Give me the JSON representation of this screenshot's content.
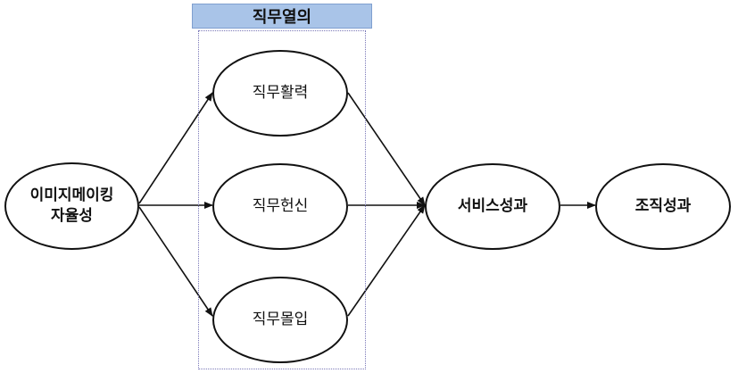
{
  "group": {
    "title": "직무열의"
  },
  "nodes": {
    "autonomy_line1": "이미지메이킹",
    "autonomy_line2": "자율성",
    "job_vigor": "직무활력",
    "job_dedication": "직무헌신",
    "job_absorption": "직무몰입",
    "service_performance": "서비스성과",
    "org_performance": "조직성과"
  },
  "colors": {
    "group_title_fill": "#a9c4e8",
    "group_border": "#7a78b8",
    "stroke": "#111111"
  }
}
